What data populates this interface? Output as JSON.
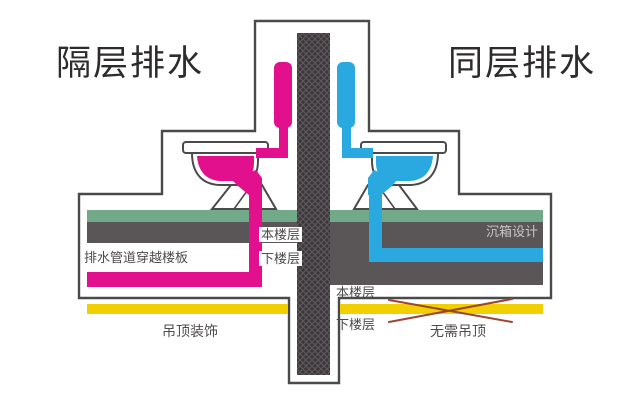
{
  "left_section": {
    "title": "隔层排水",
    "pipe_note": "排水管道穿越楼板",
    "this_floor": "本楼层",
    "lower_floor": "下楼层",
    "ceiling": "吊顶装饰"
  },
  "right_section": {
    "title": "同层排水",
    "sunken_box": "沉箱设计",
    "this_floor": "本楼层",
    "lower_floor": "下楼层",
    "no_ceiling": "无需吊顶"
  },
  "colors": {
    "pink": "#e2108c",
    "blue": "#2aa9e1",
    "green": "#72aa89",
    "slab-gray": "#5a5557",
    "yellow": "#f2cf00",
    "column-dark": "#3b363a",
    "column-hatch": "#5d575a",
    "outline": "#4a4a4a",
    "text-dark": "#4f4b4c",
    "text-light": "#c9c6c6",
    "cross-red": "#9c4435",
    "title-color": "#2d2b2c"
  }
}
